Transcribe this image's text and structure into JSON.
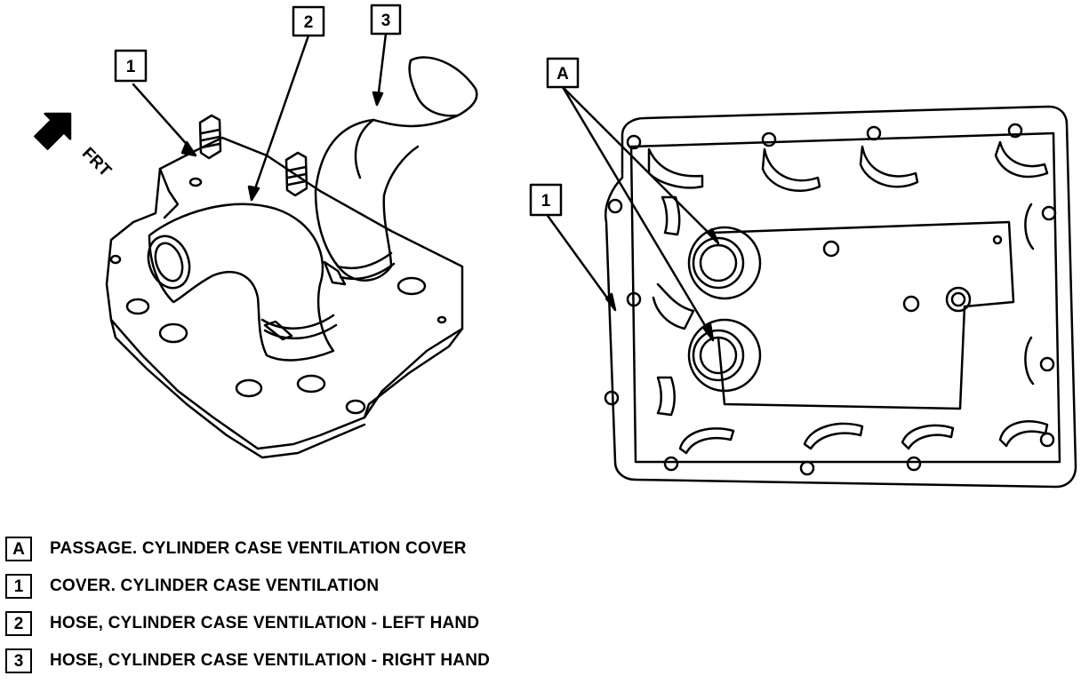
{
  "callouts": {
    "one_left": "1",
    "two": "2",
    "three": "3",
    "a": "A",
    "one_right": "1"
  },
  "front_marker": "FRT",
  "legend": [
    {
      "key": "A",
      "text": "PASSAGE. CYLINDER CASE VENTILATION COVER"
    },
    {
      "key": "1",
      "text": "COVER. CYLINDER CASE VENTILATION"
    },
    {
      "key": "2",
      "text": "HOSE, CYLINDER CASE VENTILATION - LEFT HAND"
    },
    {
      "key": "3",
      "text": "HOSE, CYLINDER CASE VENTILATION - RIGHT HAND"
    }
  ]
}
